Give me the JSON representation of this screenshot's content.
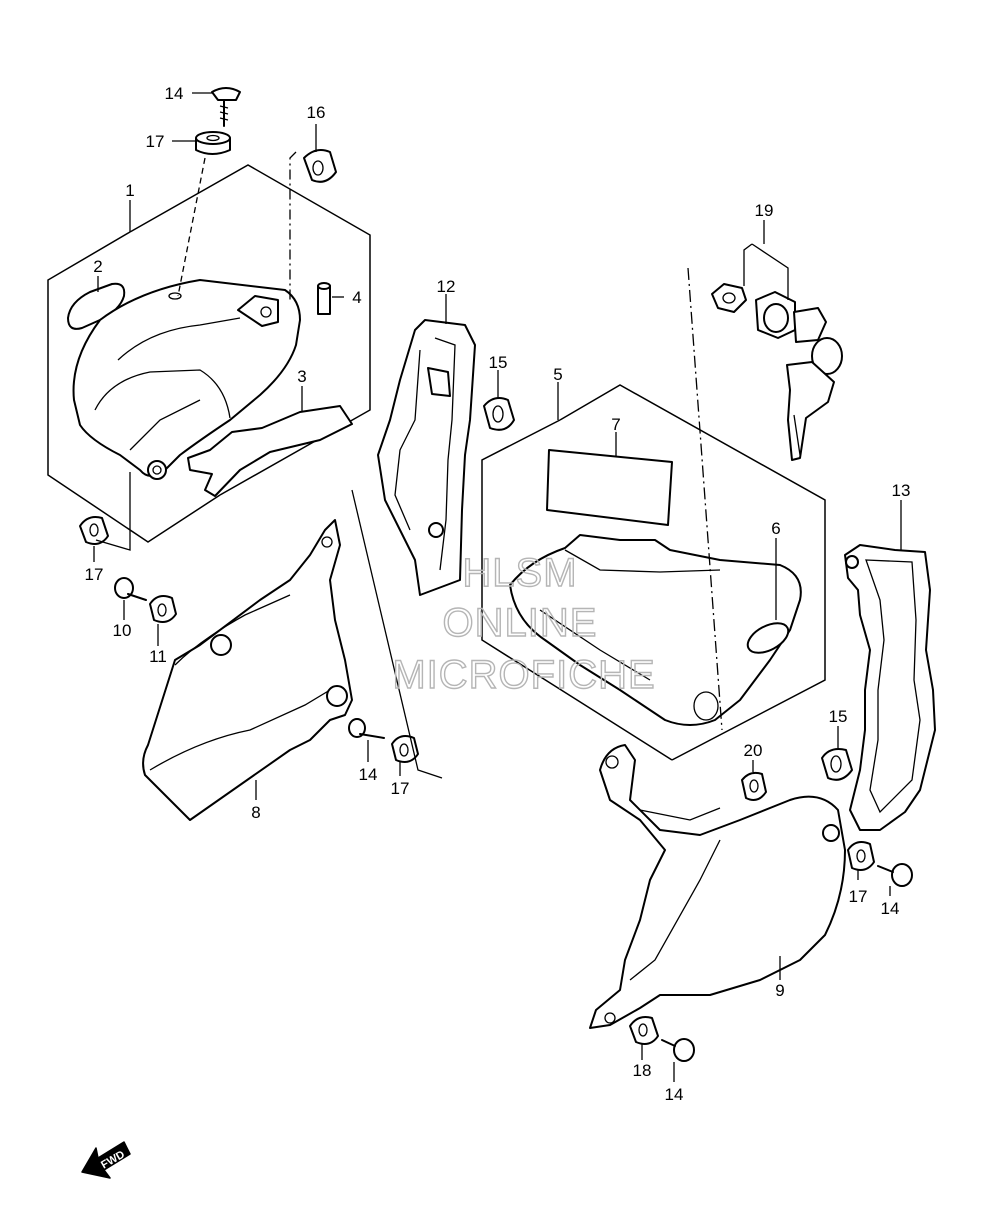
{
  "callouts": [
    {
      "id": "c14a",
      "label": "14"
    },
    {
      "id": "c17a",
      "label": "17"
    },
    {
      "id": "c16",
      "label": "16"
    },
    {
      "id": "c1",
      "label": "1"
    },
    {
      "id": "c2",
      "label": "2"
    },
    {
      "id": "c4",
      "label": "4"
    },
    {
      "id": "c3",
      "label": "3"
    },
    {
      "id": "c17b",
      "label": "17"
    },
    {
      "id": "c10",
      "label": "10"
    },
    {
      "id": "c11",
      "label": "11"
    },
    {
      "id": "c12",
      "label": "12"
    },
    {
      "id": "c15a",
      "label": "15"
    },
    {
      "id": "c5",
      "label": "5"
    },
    {
      "id": "c7",
      "label": "7"
    },
    {
      "id": "c6",
      "label": "6"
    },
    {
      "id": "c19",
      "label": "19"
    },
    {
      "id": "c13",
      "label": "13"
    },
    {
      "id": "c8",
      "label": "8"
    },
    {
      "id": "c14b",
      "label": "14"
    },
    {
      "id": "c17c",
      "label": "17"
    },
    {
      "id": "c20",
      "label": "20"
    },
    {
      "id": "c15b",
      "label": "15"
    },
    {
      "id": "c17d",
      "label": "17"
    },
    {
      "id": "c14c",
      "label": "14"
    },
    {
      "id": "c9",
      "label": "9"
    },
    {
      "id": "c18",
      "label": "18"
    },
    {
      "id": "c14d",
      "label": "14"
    }
  ],
  "watermark": {
    "line1": "HLSM",
    "line2": "ONLINE",
    "line3": "MICROFICHE"
  },
  "fwd_label": "FWD"
}
